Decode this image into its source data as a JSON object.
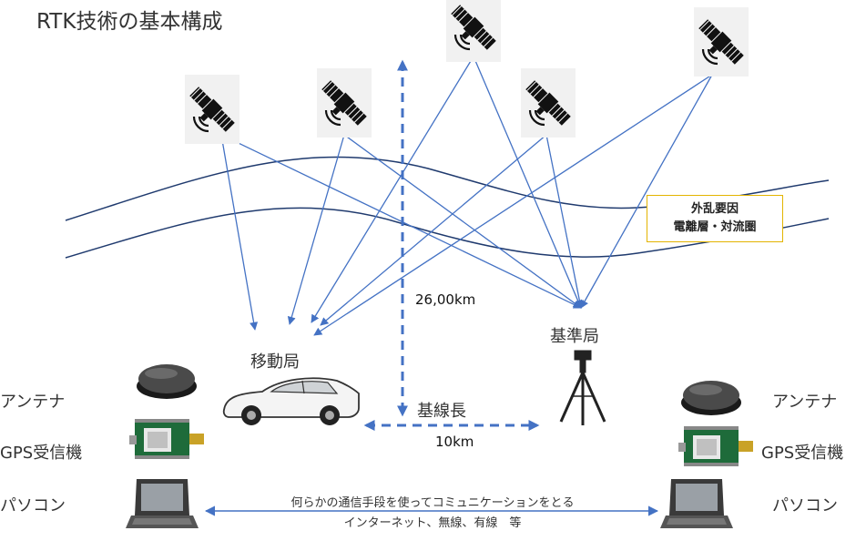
{
  "title": "RTK技術の基本構成",
  "disturbance": {
    "line1": "外乱要因",
    "line2": "電離層・対流圏"
  },
  "altitude_label": "26,00km",
  "baseline": {
    "label": "基線長",
    "distance": "10km"
  },
  "rover": {
    "label": "移動局",
    "antenna": "アンテナ",
    "receiver": "GPS受信機",
    "pc": "パソコン"
  },
  "base": {
    "label": "基準局",
    "antenna": "アンテナ",
    "receiver": "GPS受信機",
    "pc": "パソコン"
  },
  "communication": {
    "line1": "何らかの通信手段を使ってコミュニケーションをとる",
    "line2": "インターネット、無線、有線　等"
  },
  "colors": {
    "signal": "#4472c4",
    "atmosphere": "#1f3a6e",
    "box_border": "#e3b400"
  }
}
